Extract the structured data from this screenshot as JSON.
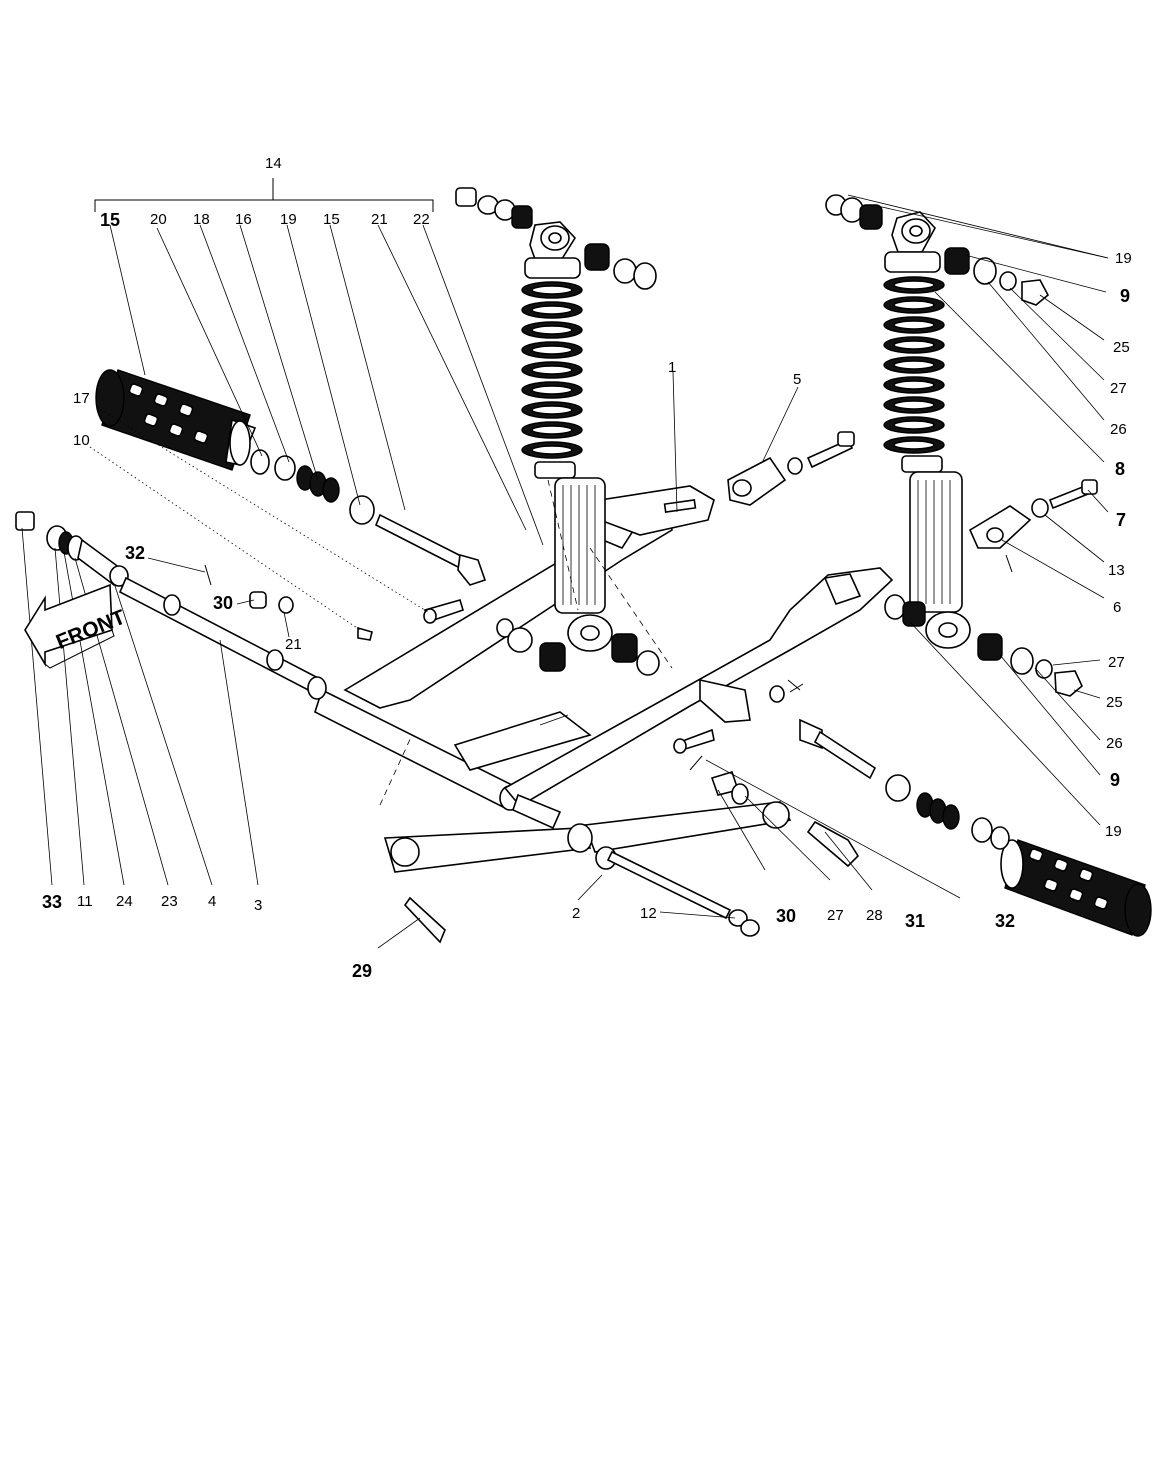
{
  "labels": {
    "l14": "14",
    "l15a": "15",
    "l20": "20",
    "l18": "18",
    "l16": "16",
    "l19a": "19",
    "l15b": "15",
    "l21a": "21",
    "l22": "22",
    "l17": "17",
    "l10": "10",
    "l32a": "32",
    "l30a": "30",
    "l21b": "21",
    "l1": "1",
    "l5": "5",
    "l19b": "19",
    "l9a": "9",
    "l25a": "25",
    "l27a": "27",
    "l26a": "26",
    "l8": "8",
    "l7": "7",
    "l13": "13",
    "l6": "6",
    "l27b": "27",
    "l25b": "25",
    "l26b": "26",
    "l9b": "9",
    "l19c": "19",
    "l33": "33",
    "l11": "11",
    "l24": "24",
    "l23": "23",
    "l4": "4",
    "l3": "3",
    "l2": "2",
    "l12": "12",
    "l30b": "30",
    "l27c": "27",
    "l28": "28",
    "l31": "31",
    "l32b": "32",
    "l29": "29"
  },
  "front_label": "FRONT"
}
